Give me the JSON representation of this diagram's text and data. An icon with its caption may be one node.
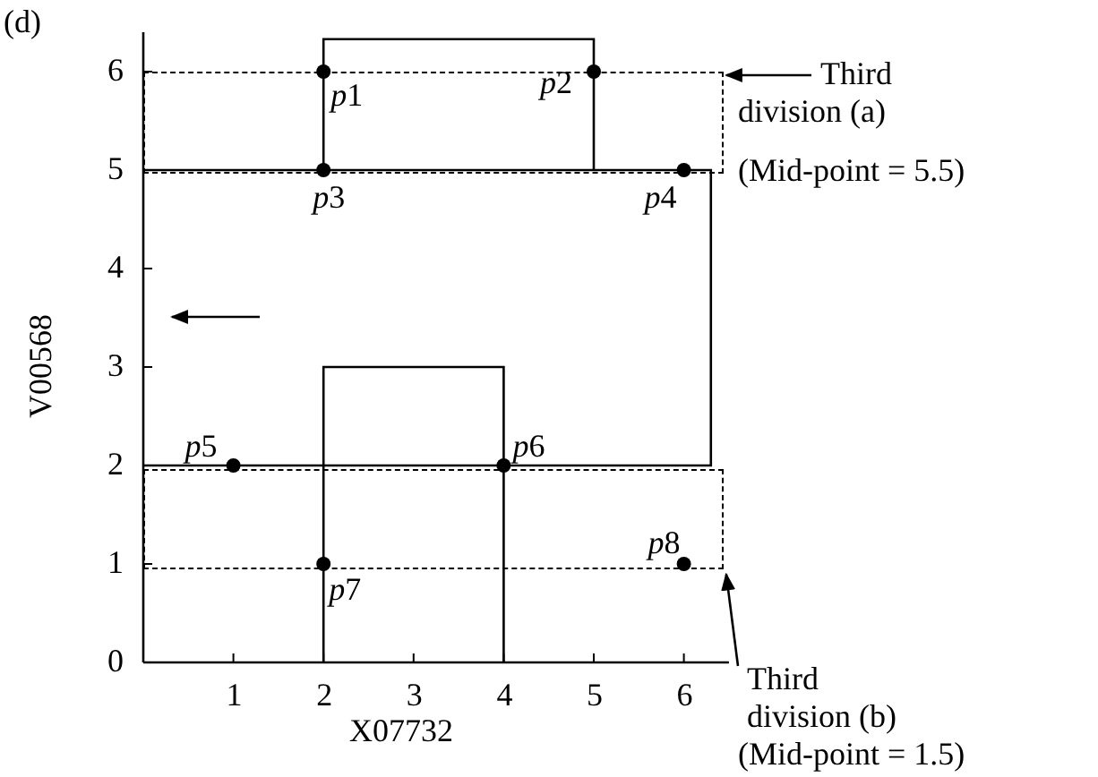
{
  "diagram": {
    "nodes": [
      {
        "text": [],
        "shape": "box"
      },
      {
        "text": [
          "Third division (a)"
        ],
        "beside": [
          "(Mid-point = 5.5)"
        ]
      },
      {
        "text": [],
        "shape": "box"
      },
      {
        "text": [
          "Third division (b)"
        ],
        "beside": [
          "(Mid-point = 1.5)"
        ]
      }
    ],
    "edges": [
      {
        "from": 1,
        "to": 0,
        "arrow": "to"
      },
      {
        "from": 3,
        "to": 2,
        "arrow": "to"
      }
    ],
    "labels": [
      "(d)",
      "6",
      "p1",
      "p2",
      "5",
      "p3",
      "p4",
      "4",
      "3",
      "p5",
      "2",
      "p6",
      "1",
      "p7",
      "p8",
      "0",
      "1",
      "2",
      "3",
      "4",
      "5",
      "6",
      "V00568",
      "X07732"
    ]
  }
}
